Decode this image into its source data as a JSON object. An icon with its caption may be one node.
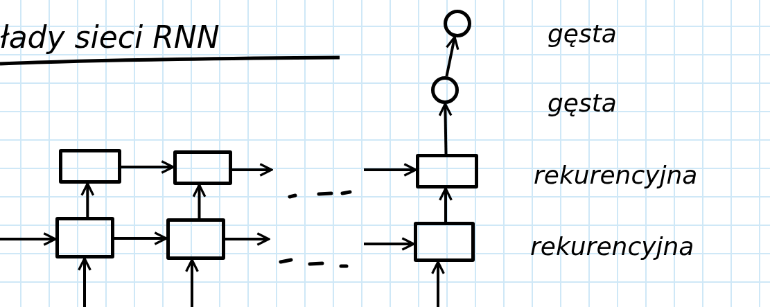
{
  "diagram": {
    "title": "łady sieci RNN",
    "nodes": [
      {
        "text": [],
        "shape": "circle"
      },
      {
        "text": [],
        "shape": "circle"
      },
      {
        "text": [],
        "shape": "box"
      },
      {
        "text": [],
        "shape": "box"
      },
      {
        "text": [],
        "shape": "box"
      },
      {
        "text": [],
        "shape": "box"
      },
      {
        "text": [],
        "shape": "box"
      },
      {
        "text": [],
        "shape": "box"
      }
    ],
    "edges": [
      {
        "from": 2,
        "to": 3,
        "arrow": "to"
      },
      {
        "from": 3,
        "to": null,
        "arrow": "to"
      },
      {
        "from": null,
        "to": 4,
        "arrow": "to"
      },
      {
        "from": null,
        "to": 5,
        "arrow": "to"
      },
      {
        "from": 5,
        "to": 6,
        "arrow": "to"
      },
      {
        "from": 6,
        "to": null,
        "arrow": "to"
      },
      {
        "from": null,
        "to": 7,
        "arrow": "to"
      },
      {
        "from": null,
        "to": 5,
        "arrow": "to"
      },
      {
        "from": null,
        "to": 6,
        "arrow": "to"
      },
      {
        "from": null,
        "to": 7,
        "arrow": "to"
      },
      {
        "from": 5,
        "to": 2,
        "arrow": "to"
      },
      {
        "from": 6,
        "to": 3,
        "arrow": "to"
      },
      {
        "from": 7,
        "to": 4,
        "arrow": "to"
      },
      {
        "from": 4,
        "to": 1,
        "arrow": "to"
      },
      {
        "from": 1,
        "to": 0,
        "arrow": "to"
      }
    ],
    "labels": [
      "gęsta",
      "gęsta",
      "rekurencyjna",
      "rekurencyjna"
    ]
  }
}
